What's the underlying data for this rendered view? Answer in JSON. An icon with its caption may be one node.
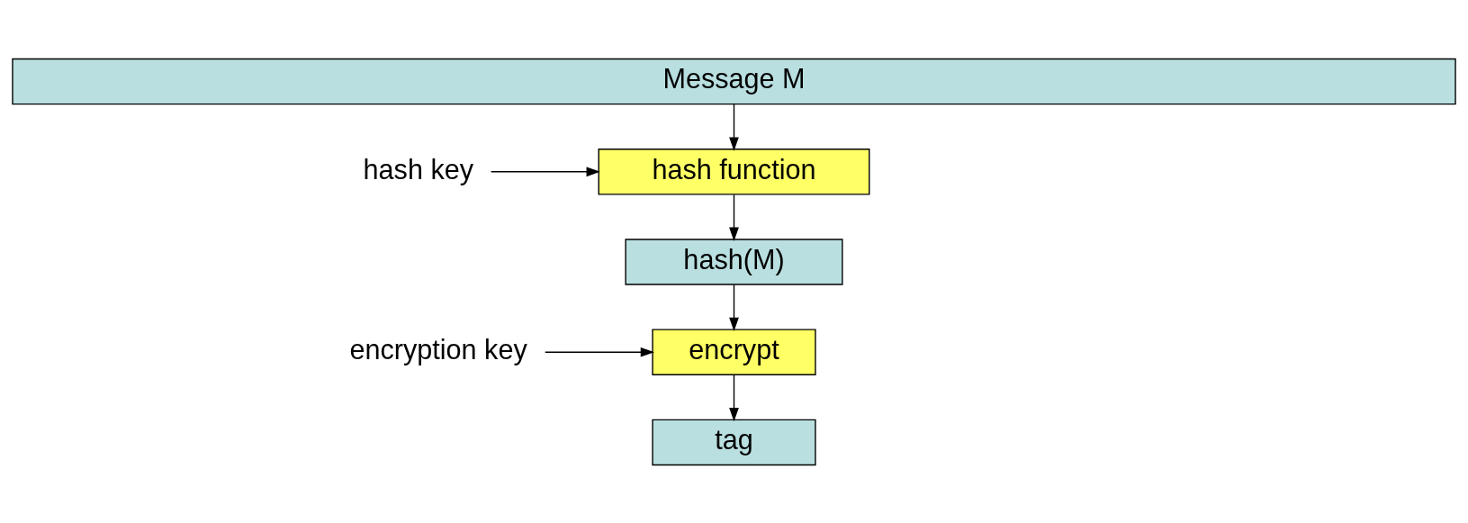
{
  "diagram": {
    "nodes": [
      {
        "text": [
          "Message M"
        ]
      },
      {
        "text": [
          "hash key"
        ]
      },
      {
        "text": [
          "hash function"
        ]
      },
      {
        "text": [
          "hash(M)"
        ]
      },
      {
        "text": [
          "encryption key"
        ]
      },
      {
        "text": [
          "encrypt"
        ]
      },
      {
        "text": [
          "tag"
        ]
      }
    ],
    "edges": [
      {
        "from": 0,
        "to": 2,
        "arrow": "to"
      },
      {
        "from": 1,
        "to": 2,
        "arrow": "to"
      },
      {
        "from": 2,
        "to": 3,
        "arrow": "to"
      },
      {
        "from": 3,
        "to": 5,
        "arrow": "to"
      },
      {
        "from": 4,
        "to": 5,
        "arrow": "to"
      },
      {
        "from": 5,
        "to": 6,
        "arrow": "to"
      }
    ]
  }
}
